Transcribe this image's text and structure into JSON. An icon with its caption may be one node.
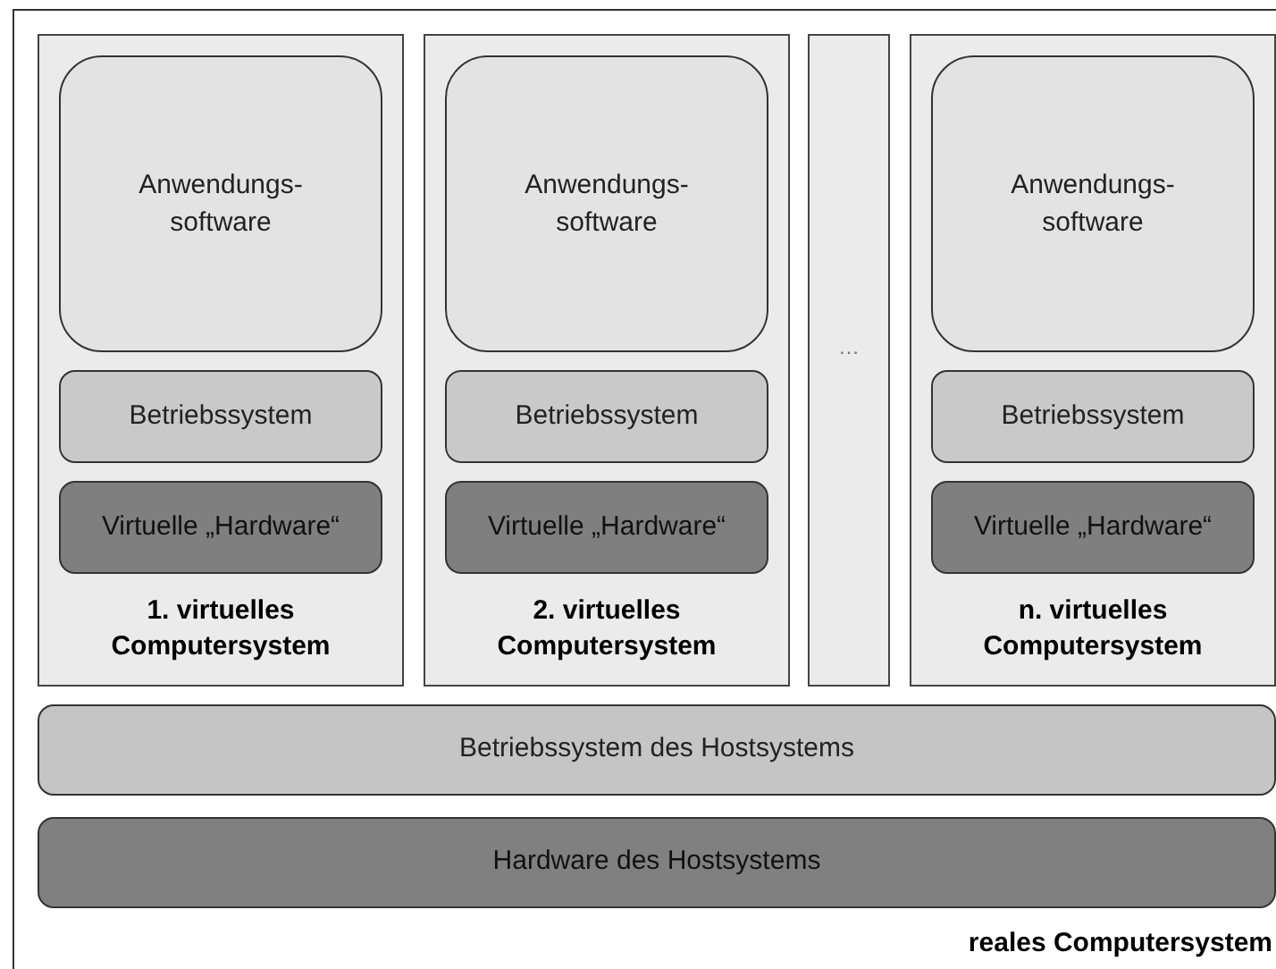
{
  "diagram": {
    "nodes": [
      {
        "text": [
          "reales Computersystem"
        ]
      },
      {
        "text": [
          "1. virtuelles Computersystem"
        ],
        "in": 0
      },
      {
        "text": [
          "Anwendungs- software"
        ],
        "in": 1
      },
      {
        "text": [
          "Betriebssystem"
        ],
        "in": 1
      },
      {
        "text": [
          "Virtuelle „Hardware“"
        ],
        "in": 1
      },
      {
        "text": [
          "2. virtuelles Computersystem"
        ],
        "in": 0
      },
      {
        "text": [
          "Anwendungs- software"
        ],
        "in": 5
      },
      {
        "text": [
          "Betriebssystem"
        ],
        "in": 5
      },
      {
        "text": [
          "Virtuelle „Hardware“"
        ],
        "in": 5
      },
      {
        "text": [
          "…"
        ],
        "in": 0
      },
      {
        "text": [
          "n. virtuelles Computersystem"
        ],
        "in": 0
      },
      {
        "text": [
          "Anwendungs- software"
        ],
        "in": 10
      },
      {
        "text": [
          "Betriebssystem"
        ],
        "in": 10
      },
      {
        "text": [
          "Virtuelle „Hardware“"
        ],
        "in": 10
      },
      {
        "text": [
          "Betriebssystem des Hostsystems"
        ],
        "in": 0
      },
      {
        "text": [
          "Hardware des Hostsystems"
        ],
        "in": 0
      }
    ]
  }
}
